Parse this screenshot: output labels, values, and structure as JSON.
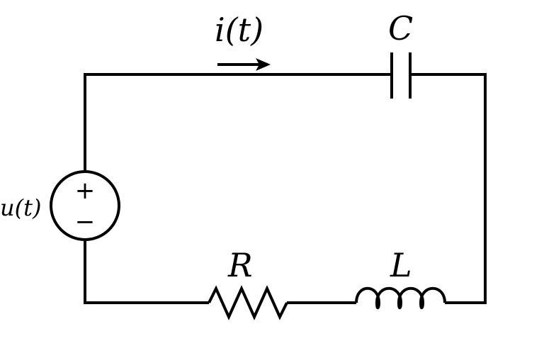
{
  "current": {
    "label": "i(t)"
  },
  "source": {
    "label": "u(t)",
    "plus": "+",
    "minus": "−"
  },
  "capacitor": {
    "label": "C"
  },
  "resistor": {
    "label": "R"
  },
  "inductor": {
    "label": "L"
  }
}
